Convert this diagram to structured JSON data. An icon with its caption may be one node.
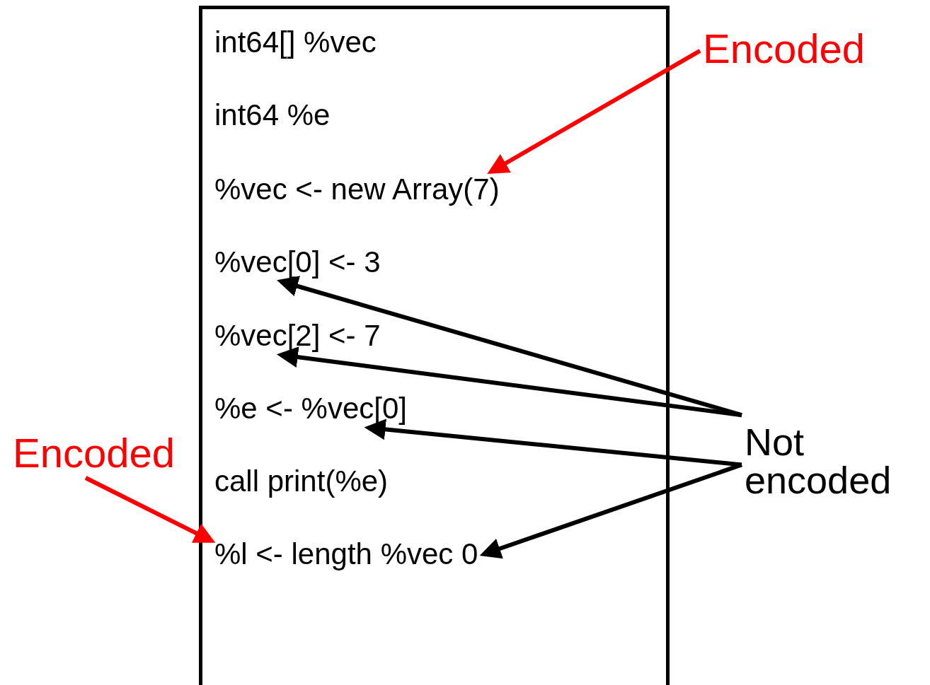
{
  "diagram": {
    "nodes": [
      {
        "text": [],
        "shape": "box"
      },
      {
        "text": [
          "int64[] %vec"
        ],
        "in": 0
      },
      {
        "text": [
          "int64 %e"
        ],
        "in": 0
      },
      {
        "text": [
          "%vec <- new Array(7)"
        ],
        "in": 0
      },
      {
        "text": [
          "%vec[0] <- 3"
        ],
        "in": 0
      },
      {
        "text": [
          "%vec[2] <- 7"
        ],
        "in": 0
      },
      {
        "text": [
          "%e <- %vec[0]"
        ],
        "in": 0
      },
      {
        "text": [
          "call print(%e)"
        ],
        "in": 0
      },
      {
        "text": [
          "%l <- length %vec 0"
        ],
        "in": 0
      },
      {
        "text": [
          "Encoded"
        ]
      },
      {
        "text": [
          "Not encoded"
        ]
      },
      {
        "text": [
          "Encoded"
        ]
      }
    ],
    "edges": [
      {
        "from": 9,
        "to": 3,
        "arrow": "to",
        "color": "#ff0000"
      },
      {
        "from": 10,
        "to": 4,
        "arrow": "to"
      },
      {
        "from": 10,
        "to": 5,
        "arrow": "to"
      },
      {
        "from": 10,
        "to": 6,
        "arrow": "to"
      },
      {
        "from": 10,
        "to": 8,
        "arrow": "to"
      },
      {
        "from": 11,
        "to": 8,
        "arrow": "to",
        "color": "#ff0000"
      }
    ]
  }
}
